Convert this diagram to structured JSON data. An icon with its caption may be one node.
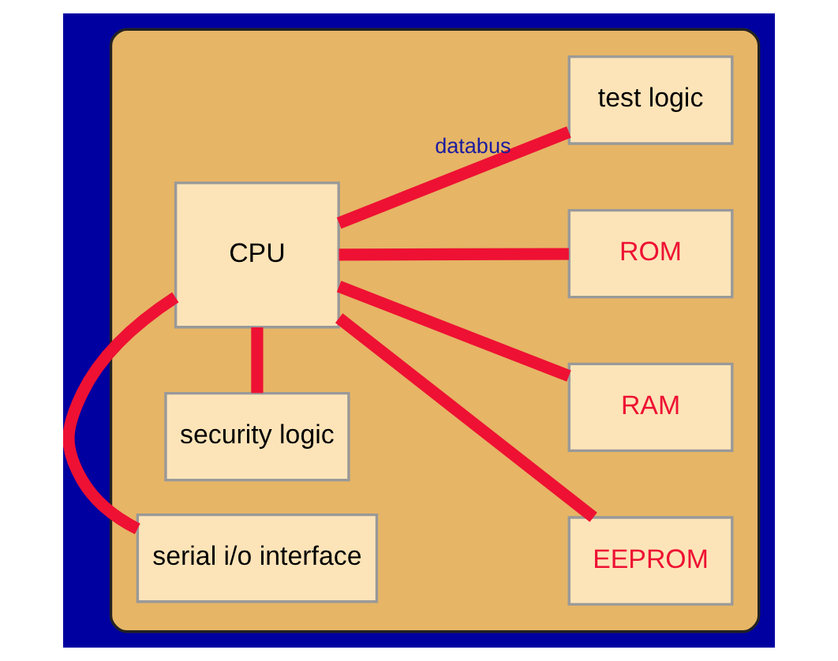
{
  "diagram": {
    "nodes": [
      {
        "text": [],
        "shape": "box"
      },
      {
        "text": [
          "CPU"
        ],
        "in": 0
      },
      {
        "text": [
          "test logic"
        ],
        "in": 0
      },
      {
        "text": [
          "ROM"
        ],
        "in": 0
      },
      {
        "text": [
          "security logic"
        ],
        "in": 0
      },
      {
        "text": [
          "RAM"
        ],
        "in": 0
      },
      {
        "text": [
          "serial i/o interface"
        ],
        "in": 0
      },
      {
        "text": [
          "EEPROM"
        ],
        "in": 0
      }
    ],
    "edges": [
      {
        "from": 1,
        "to": 2,
        "arrow": "none",
        "label": "databus"
      },
      {
        "from": 1,
        "to": 3,
        "arrow": "none"
      },
      {
        "from": 1,
        "to": 5,
        "arrow": "none"
      },
      {
        "from": 1,
        "to": 7,
        "arrow": "none"
      },
      {
        "from": 1,
        "to": 4,
        "arrow": "none"
      },
      {
        "from": 1,
        "to": 6,
        "arrow": "none"
      }
    ]
  }
}
